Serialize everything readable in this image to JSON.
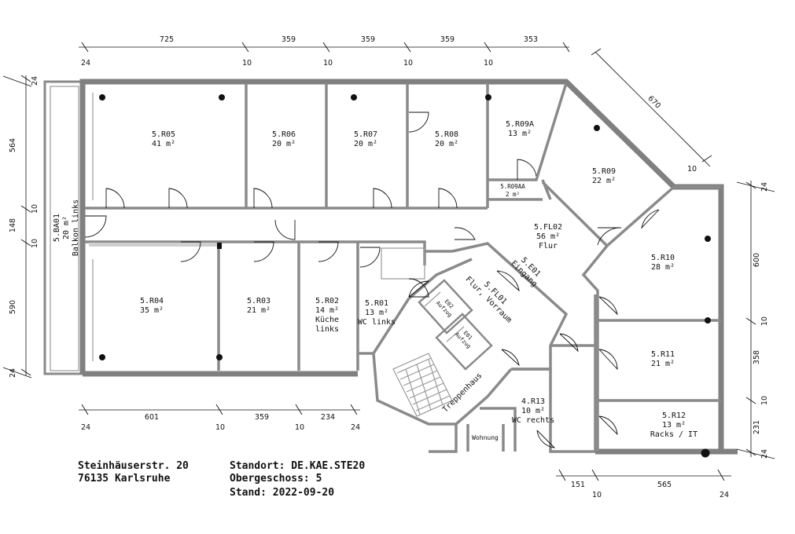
{
  "rooms": [
    {
      "id": "5.R05",
      "area": "41 m²"
    },
    {
      "id": "5.R06",
      "area": "20 m²"
    },
    {
      "id": "5.R07",
      "area": "20 m²"
    },
    {
      "id": "5.R08",
      "area": "20 m²"
    },
    {
      "id": "5.R09A",
      "area": "13 m²"
    },
    {
      "id": "5.R09AA",
      "area": "2 m²"
    },
    {
      "id": "5.R09",
      "area": "22 m²"
    },
    {
      "id": "5.FL02",
      "area": "56 m²",
      "name": "Flur"
    },
    {
      "id": "5.R10",
      "area": "28 m²"
    },
    {
      "id": "5.R11",
      "area": "21 m²"
    },
    {
      "id": "5.R12",
      "area": "13 m²",
      "name": "Racks / IT"
    },
    {
      "id": "5.R04",
      "area": "35 m²"
    },
    {
      "id": "5.R03",
      "area": "21 m²"
    },
    {
      "id": "5.R02",
      "area": "14 m²",
      "name1": "Küche",
      "name2": "links"
    },
    {
      "id": "5.R01",
      "area": "13 m²",
      "name": "WC links"
    },
    {
      "id": "4.R13",
      "area": "10 m²",
      "name": "WC rechts"
    },
    {
      "id": "5.BA01",
      "area": "20 m²",
      "name": "Balkon links"
    }
  ],
  "rotated_labels": {
    "eingang_id": "5.E01",
    "eingang_name": "Eingang",
    "vorraum_id": "5.FL01",
    "vorraum_name": "Flur, Vorraum",
    "aufzug_e02": "E02",
    "aufzug_e01": "E01",
    "aufzug_word": "Aufzug",
    "treppenhaus": "Treppenhaus",
    "wohnung": "Wohnung"
  },
  "dimensions": {
    "top": [
      "24",
      "725",
      "10",
      "359",
      "10",
      "359",
      "10",
      "359",
      "10",
      "353"
    ],
    "diag": [
      "670",
      "10"
    ],
    "left": [
      "24",
      "564",
      "10",
      "148",
      "10",
      "590",
      "24"
    ],
    "right": [
      "24",
      "600",
      "10",
      "358",
      "10",
      "231",
      "24"
    ],
    "bottom_left": [
      "24",
      "601",
      "10",
      "359",
      "10",
      "234",
      "24"
    ],
    "bottom_right": [
      "151",
      "10",
      "565",
      "24"
    ]
  },
  "footer": {
    "street": "Steinhäuserstr. 20",
    "city": "76135 Karlsruhe",
    "site": "Standort: DE.KAE.STE20",
    "floor": "Obergeschoss: 5",
    "date": "Stand: 2022-09-20"
  }
}
